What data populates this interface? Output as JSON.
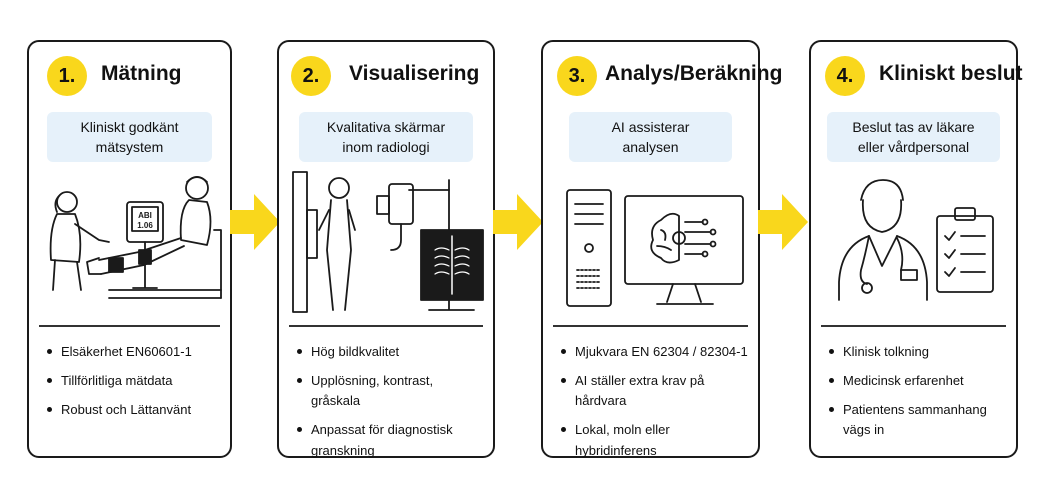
{
  "steps": [
    {
      "number": "1.",
      "title": "Mätning",
      "subtitle": [
        "Kliniskt godkänt",
        "mätsystem"
      ],
      "device_screen": [
        "ABI",
        "1.06"
      ],
      "bullets": [
        "Elsäkerhet EN60601-1",
        "Tillförlitliga mätdata",
        "Robust och Lättanvänt"
      ],
      "icons": [
        "nurse-patient-measurement-icon"
      ]
    },
    {
      "number": "2.",
      "title": "Visualisering",
      "subtitle": [
        "Kvalitativa skärmar",
        "inom radiologi"
      ],
      "bullets": [
        "Hög bildkvalitet",
        "Upplösning, kontrast, gråskala",
        "Anpassat för diagnostisk granskning"
      ],
      "icons": [
        "xray-imaging-icon"
      ]
    },
    {
      "number": "3.",
      "title": "Analys/Beräkning",
      "subtitle": [
        "AI assisterar",
        "analysen"
      ],
      "bullets": [
        "Mjukvara EN 62304 / 82304-1",
        "AI ställer extra krav på hårdvara",
        "Lokal, moln eller hybridinferens"
      ],
      "icons": [
        "computer-tower-icon",
        "ai-brain-monitor-icon"
      ]
    },
    {
      "number": "4.",
      "title": "Kliniskt beslut",
      "subtitle": [
        "Beslut tas av läkare",
        "eller vårdpersonal"
      ],
      "bullets": [
        "Klinisk tolkning",
        "Medicinsk erfarenhet",
        "Patientens sammanhang vägs in"
      ],
      "icons": [
        "doctor-icon",
        "clipboard-checklist-icon"
      ]
    }
  ],
  "colors": {
    "badge": "#f9d71c",
    "arrow": "#f9d71c",
    "subtitle_bg": "#e6f1fa",
    "border": "#1a1a1a"
  }
}
